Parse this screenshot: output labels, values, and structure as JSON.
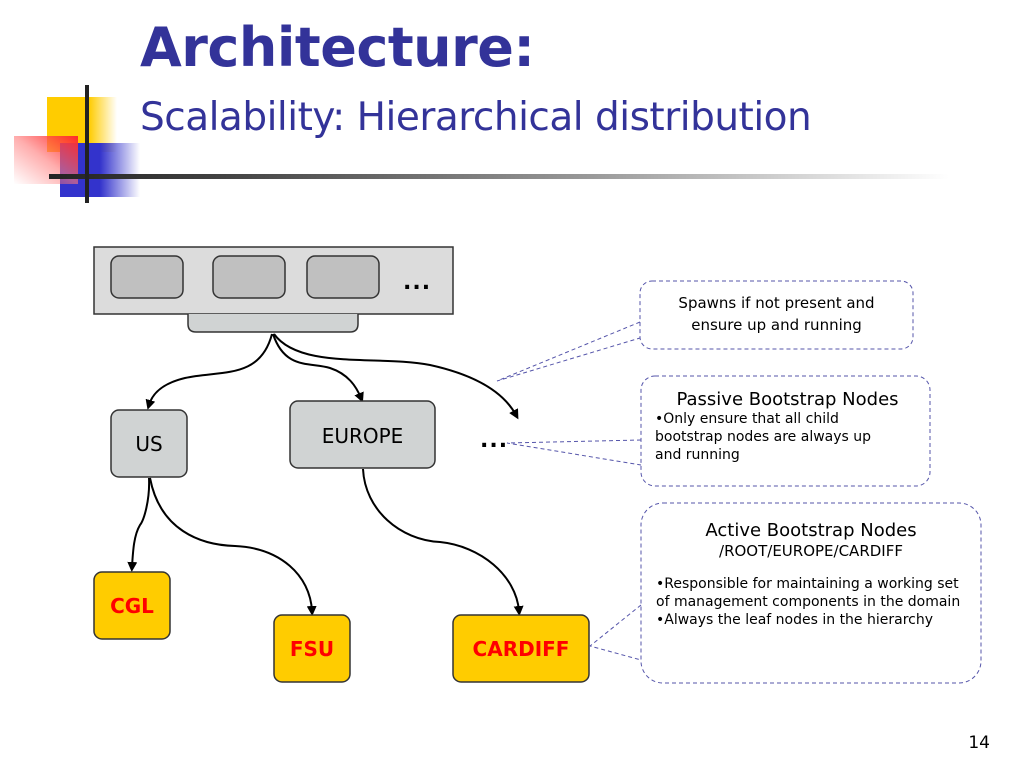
{
  "slide": {
    "title": "Architecture:",
    "subtitle": "Scalability: Hierarchical distribution",
    "page_number": "14"
  },
  "colors": {
    "title": "#333399",
    "leaf_fill": "#ffcc00",
    "leaf_text": "#ff0000",
    "gray_node_fill": "#d0d3d3",
    "root_bar_fill": "#dcdcdc",
    "root_slot_fill": "#c0c0c0",
    "callout_border": "#5555aa"
  },
  "diagram": {
    "root": {
      "ellipsis": "..."
    },
    "nodes": {
      "us": "US",
      "europe": "EUROPE",
      "more": "...",
      "cgl": "CGL",
      "fsu": "FSU",
      "cardiff": "CARDIFF"
    },
    "callouts": {
      "spawns": {
        "line1": "Spawns if not present and",
        "line2": "ensure up and running"
      },
      "passive": {
        "heading": "Passive Bootstrap Nodes",
        "bullet": "•Only ensure that all child bootstrap nodes are always up and running"
      },
      "active": {
        "heading": "Active Bootstrap Nodes",
        "path": "/ROOT/EUROPE/CARDIFF",
        "bullets": [
          "•Responsible for maintaining a working set of management components in the domain",
          "•Always the leaf nodes in the hierarchy"
        ]
      }
    }
  }
}
